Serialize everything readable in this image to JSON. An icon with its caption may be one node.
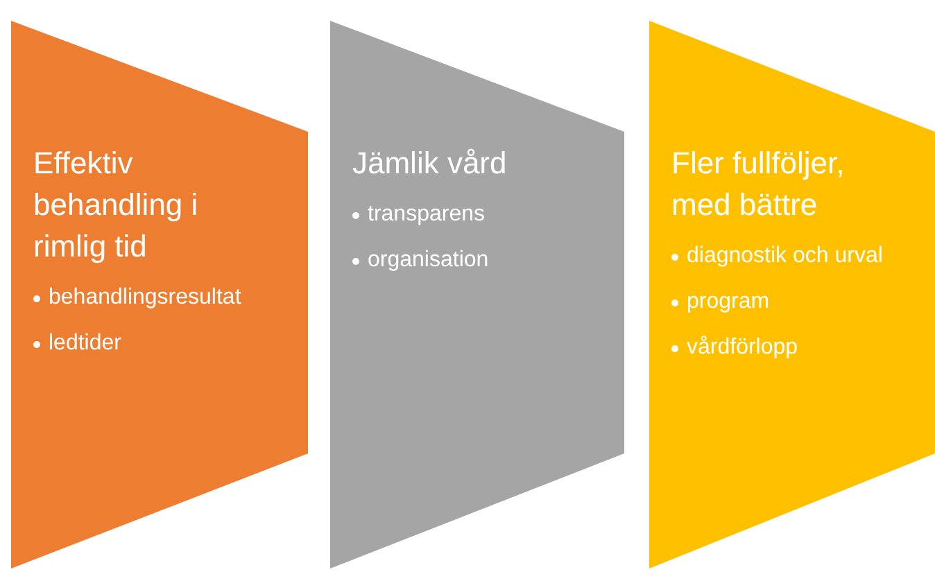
{
  "diagram": {
    "nodes": [
      {
        "text": [
          "Effektiv behandling i rimlig tid",
          "behandlingsresultat",
          "ledtider"
        ]
      },
      {
        "text": [
          "Jämlik vård",
          "transparens",
          "organisation"
        ]
      },
      {
        "text": [
          "Fler fullföljer, med bättre",
          "diagnostik och urval",
          "program",
          "vårdförlopp"
        ]
      }
    ]
  }
}
